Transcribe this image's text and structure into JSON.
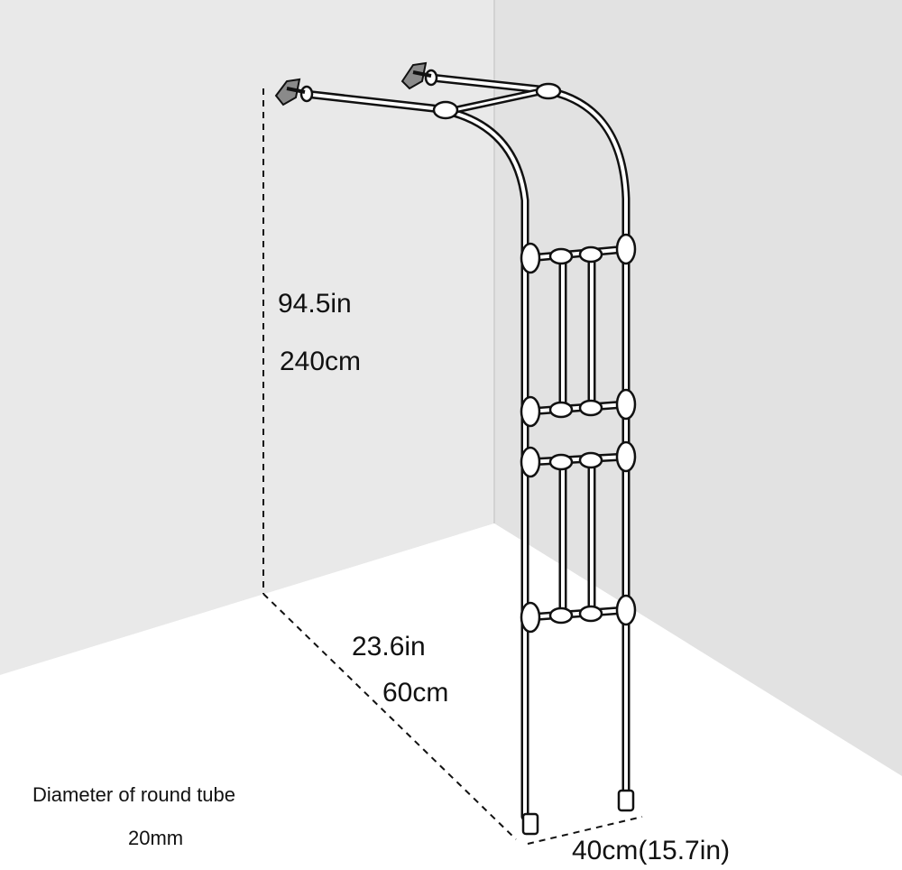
{
  "dimensions": {
    "height_in": "94.5in",
    "height_cm": "240cm",
    "depth_in": "23.6in",
    "depth_cm": "60cm",
    "width": "40cm(15.7in)"
  },
  "tube": {
    "caption": "Diameter of round tube",
    "diameter": "20mm"
  },
  "colors": {
    "wall_left": "#e9e9e9",
    "wall_right": "#e2e2e2",
    "floor": "#ffffff",
    "line": "#111111"
  }
}
